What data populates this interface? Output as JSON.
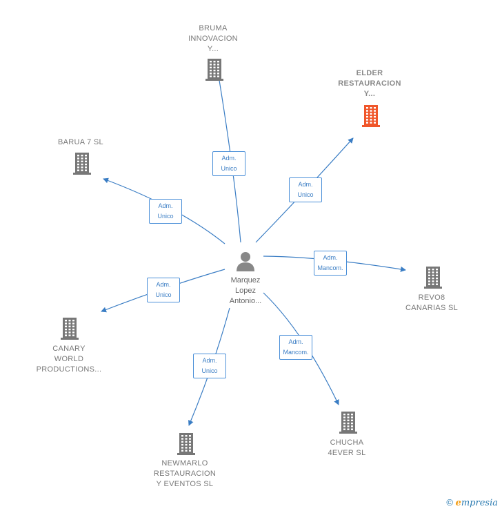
{
  "center": {
    "lines": [
      "Marquez",
      "Lopez",
      "Antonio..."
    ]
  },
  "companies": [
    {
      "id": "bruma",
      "lines": [
        "BRUMA",
        "INNOVACION",
        "Y..."
      ],
      "color": "#777777"
    },
    {
      "id": "elder",
      "lines": [
        "ELDER",
        "RESTAURACION",
        "Y..."
      ],
      "color": "#f0562a"
    },
    {
      "id": "barua",
      "lines": [
        "BARUA 7  SL"
      ],
      "color": "#777777"
    },
    {
      "id": "revo8",
      "lines": [
        "REVO8",
        "CANARIAS  SL"
      ],
      "color": "#777777"
    },
    {
      "id": "canary",
      "lines": [
        "CANARY",
        "WORLD",
        "PRODUCTIONS..."
      ],
      "color": "#777777"
    },
    {
      "id": "newmarlo",
      "lines": [
        "NEWMARLO",
        "RESTAURACION",
        "Y EVENTOS  SL"
      ],
      "color": "#777777"
    },
    {
      "id": "chucha",
      "lines": [
        "CHUCHA",
        "4EVER SL"
      ],
      "color": "#777777"
    }
  ],
  "relations": [
    {
      "target": "bruma",
      "label": [
        "Adm.",
        "Unico"
      ]
    },
    {
      "target": "elder",
      "label": [
        "Adm.",
        "Unico"
      ]
    },
    {
      "target": "barua",
      "label": [
        "Adm.",
        "Unico"
      ]
    },
    {
      "target": "revo8",
      "label": [
        "Adm.",
        "Mancom."
      ]
    },
    {
      "target": "canary",
      "label": [
        "Adm.",
        "Unico"
      ]
    },
    {
      "target": "newmarlo",
      "label": [
        "Adm.",
        "Unico"
      ]
    },
    {
      "target": "chucha",
      "label": [
        "Adm.",
        "Mancom."
      ]
    }
  ],
  "footer": {
    "copyright": "©",
    "brand_e": "e",
    "brand_rest": "mpresia"
  },
  "colors": {
    "edge": "#3a7dc4",
    "icon": "#777777",
    "highlight": "#f0562a"
  }
}
